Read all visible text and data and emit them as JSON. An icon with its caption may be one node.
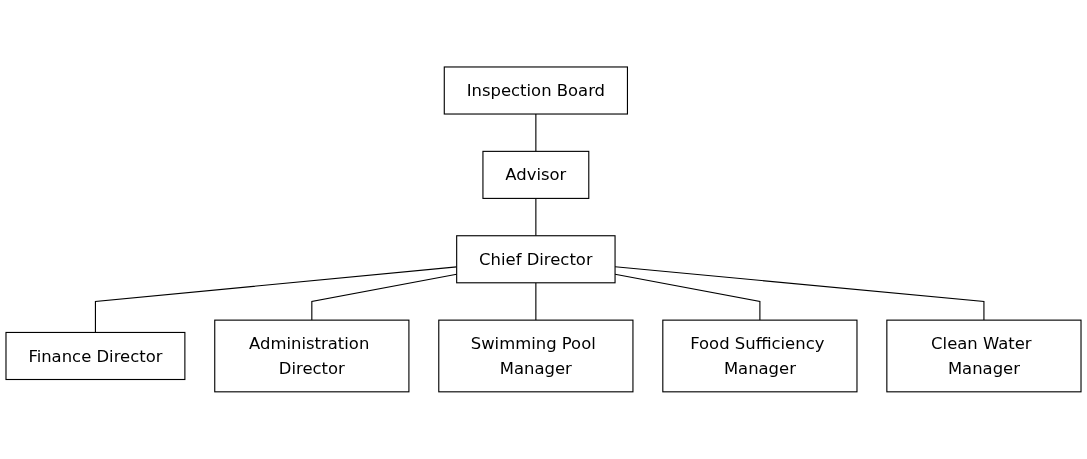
{
  "diagram": {
    "nodes": [
      {
        "text": [
          "Inspection Board"
        ]
      },
      {
        "text": [
          "Advisor"
        ]
      },
      {
        "text": [
          "Chief Director"
        ]
      },
      {
        "text": [
          "Finance Director"
        ]
      },
      {
        "text": [
          "Administration Director"
        ]
      },
      {
        "text": [
          "Swimming Pool Manager"
        ]
      },
      {
        "text": [
          "Food Sufficiency Manager"
        ]
      },
      {
        "text": [
          "Clean Water Manager"
        ]
      }
    ],
    "edges": [
      {
        "from": 0,
        "to": 1,
        "arrow": "none"
      },
      {
        "from": 1,
        "to": 2,
        "arrow": "none"
      },
      {
        "from": 2,
        "to": 3,
        "arrow": "none"
      },
      {
        "from": 2,
        "to": 4,
        "arrow": "none"
      },
      {
        "from": 2,
        "to": 5,
        "arrow": "none"
      },
      {
        "from": 2,
        "to": 6,
        "arrow": "none"
      },
      {
        "from": 2,
        "to": 7,
        "arrow": "none"
      }
    ]
  }
}
